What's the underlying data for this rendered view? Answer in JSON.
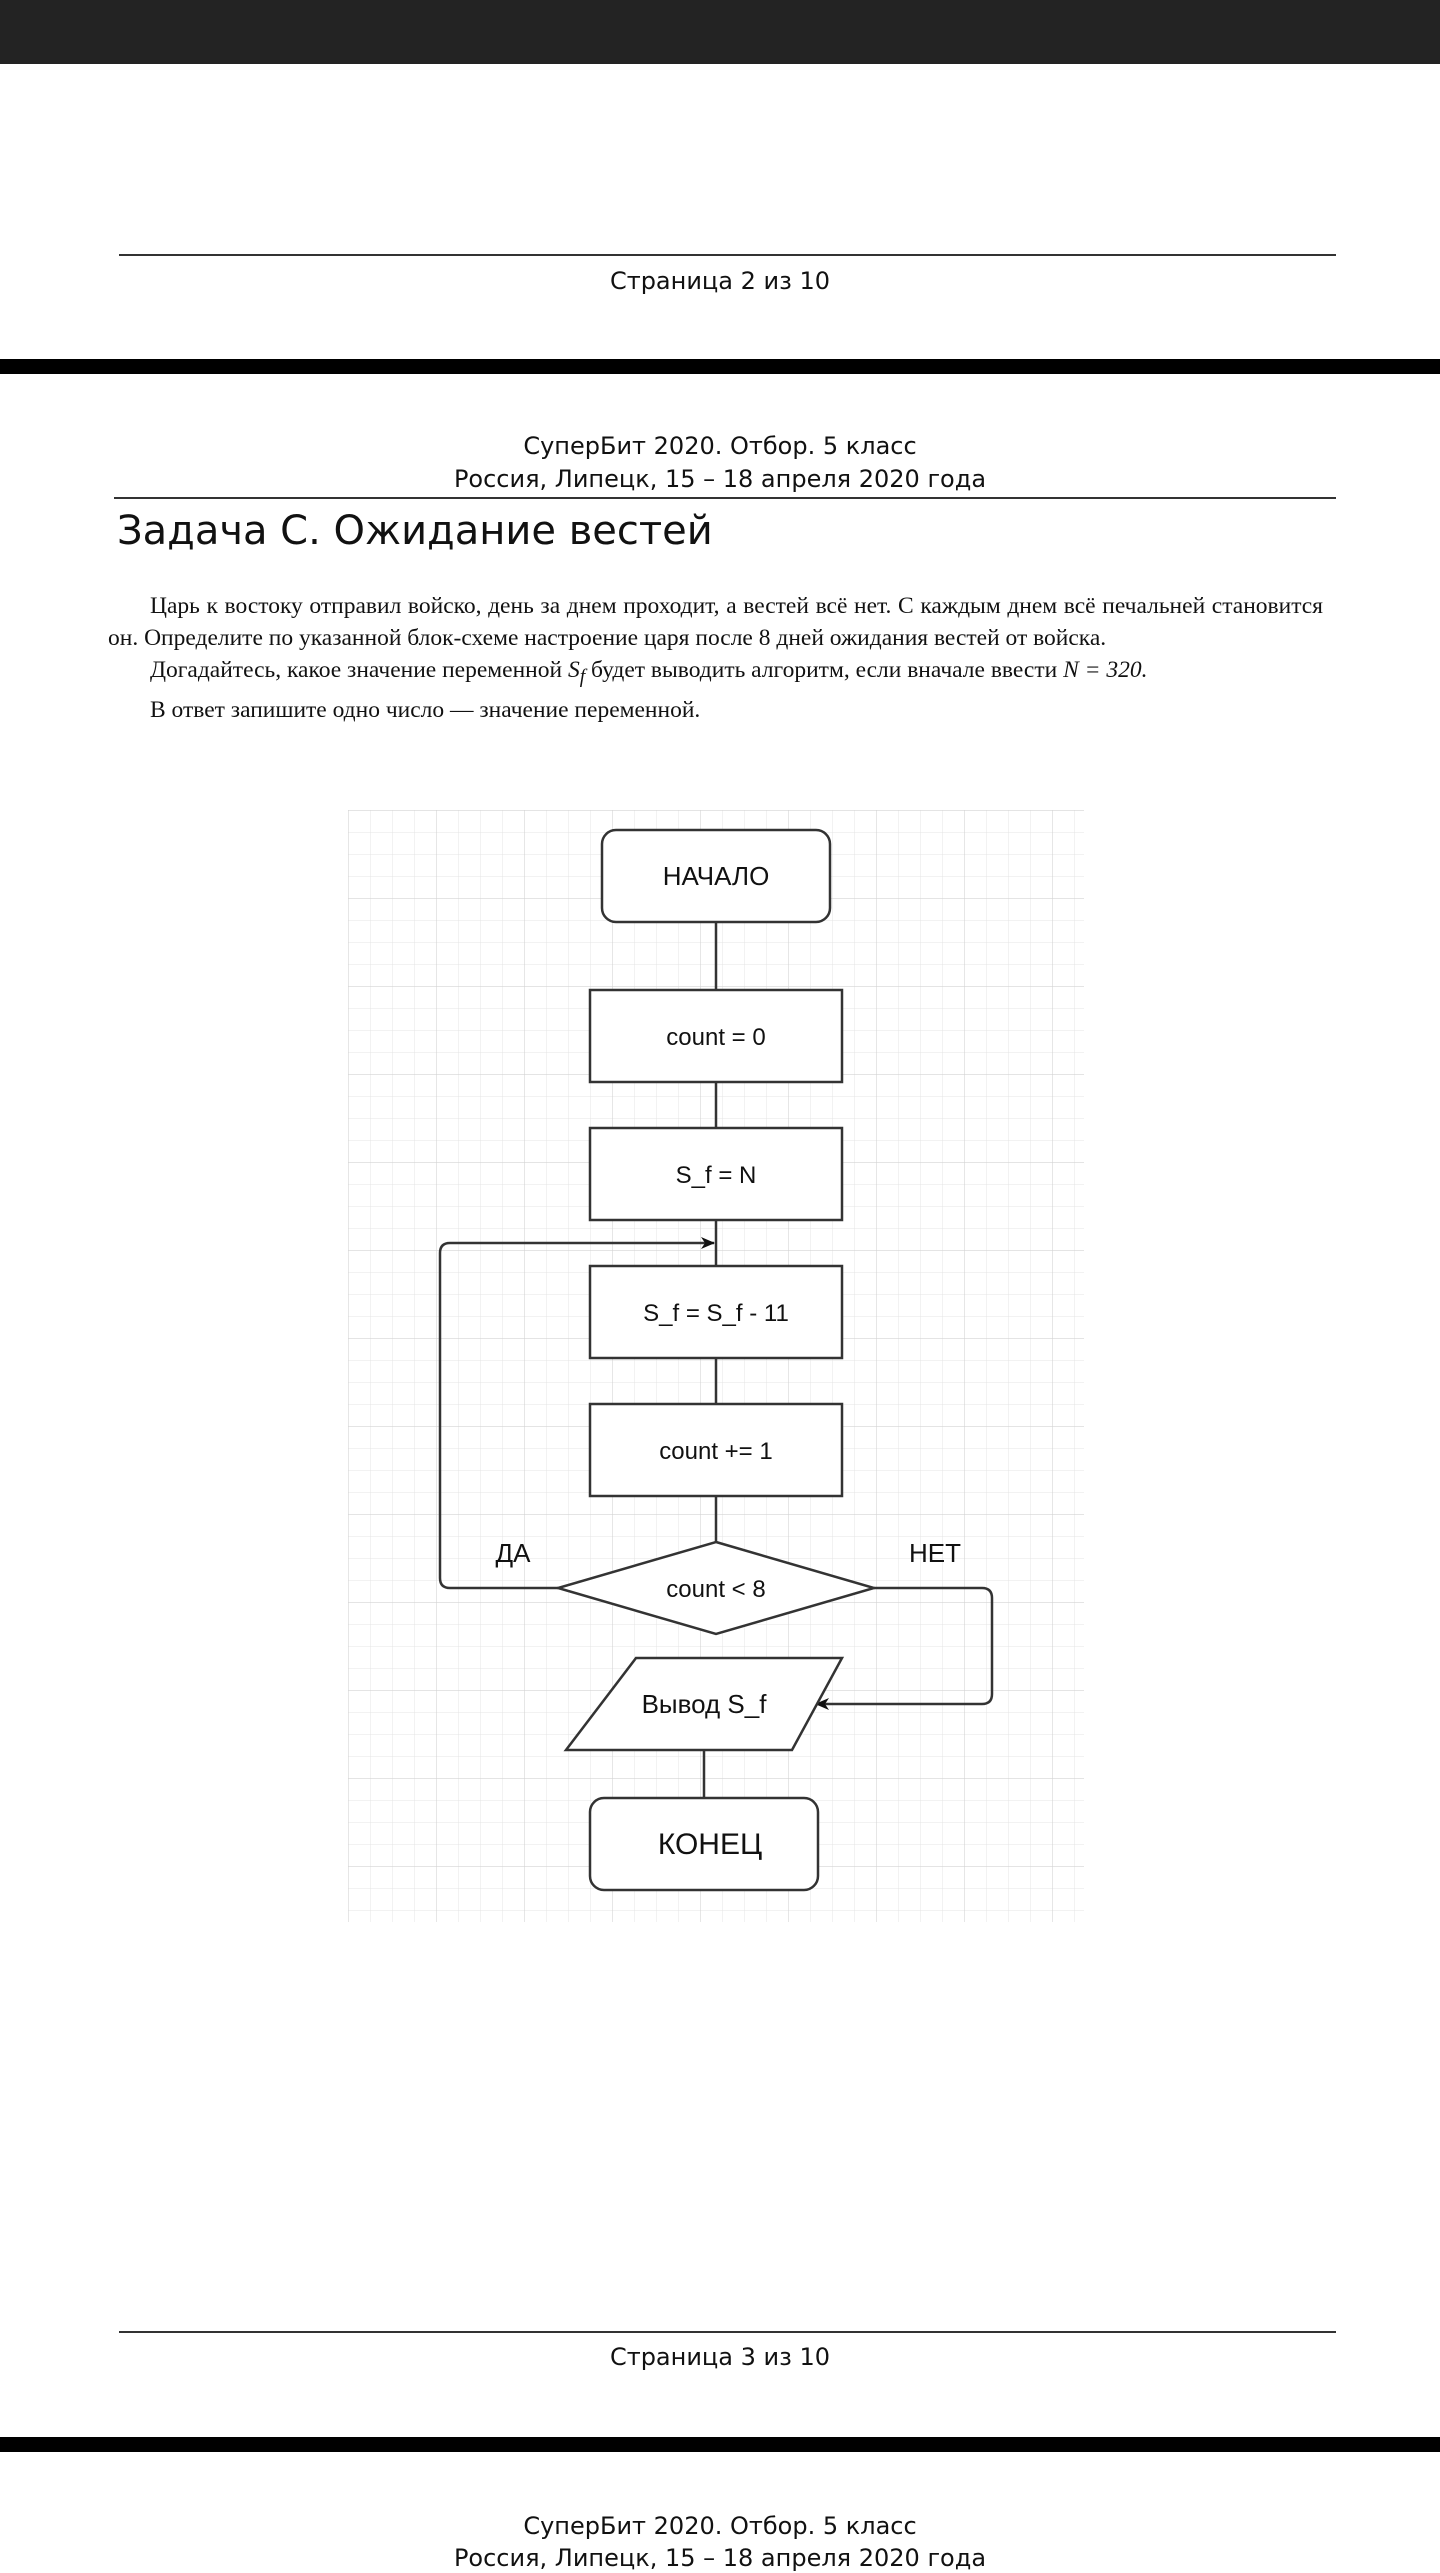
{
  "page2": {
    "footer": "Страница 2 из 10"
  },
  "page3": {
    "header_line1": "СуперБит 2020. Отбор. 5 класс",
    "header_line2": "Россия, Липецк, 15 – 18 апреля 2020 года",
    "task_title": "Задача C. Ожидание вестей",
    "paragraph1": "Царь к востоку отправил войско, день за днем проходит, а вестей всё нет. С каждым днем всё печальней становится он. Определите по указанной блок-схеме настроение царя после 8 дней ожидания вестей от войска.",
    "paragraph2_a": "Догадайтесь, какое значение переменной ",
    "paragraph2_var": "S",
    "paragraph2_sub": "f",
    "paragraph2_b": " будет выводить алгоритм, если вначале ввести ",
    "paragraph2_eq": "N = 320.",
    "paragraph3": "В ответ запишите одно число — значение переменной.",
    "flowchart": {
      "start": "НАЧАЛО",
      "step1": "count = 0",
      "step2": "S_f = N",
      "step3": "S_f = S_f - 11",
      "step4": "count += 1",
      "condition": "count < 8",
      "yes": "ДА",
      "no": "НЕТ",
      "output": "Вывод S_f",
      "end": "КОНЕЦ"
    },
    "footer": "Страница 3 из 10"
  },
  "page4": {
    "header_line1": "СуперБит 2020. Отбор. 5 класс",
    "header_line2": "Россия, Липецк, 15 – 18 апреля 2020 года"
  }
}
